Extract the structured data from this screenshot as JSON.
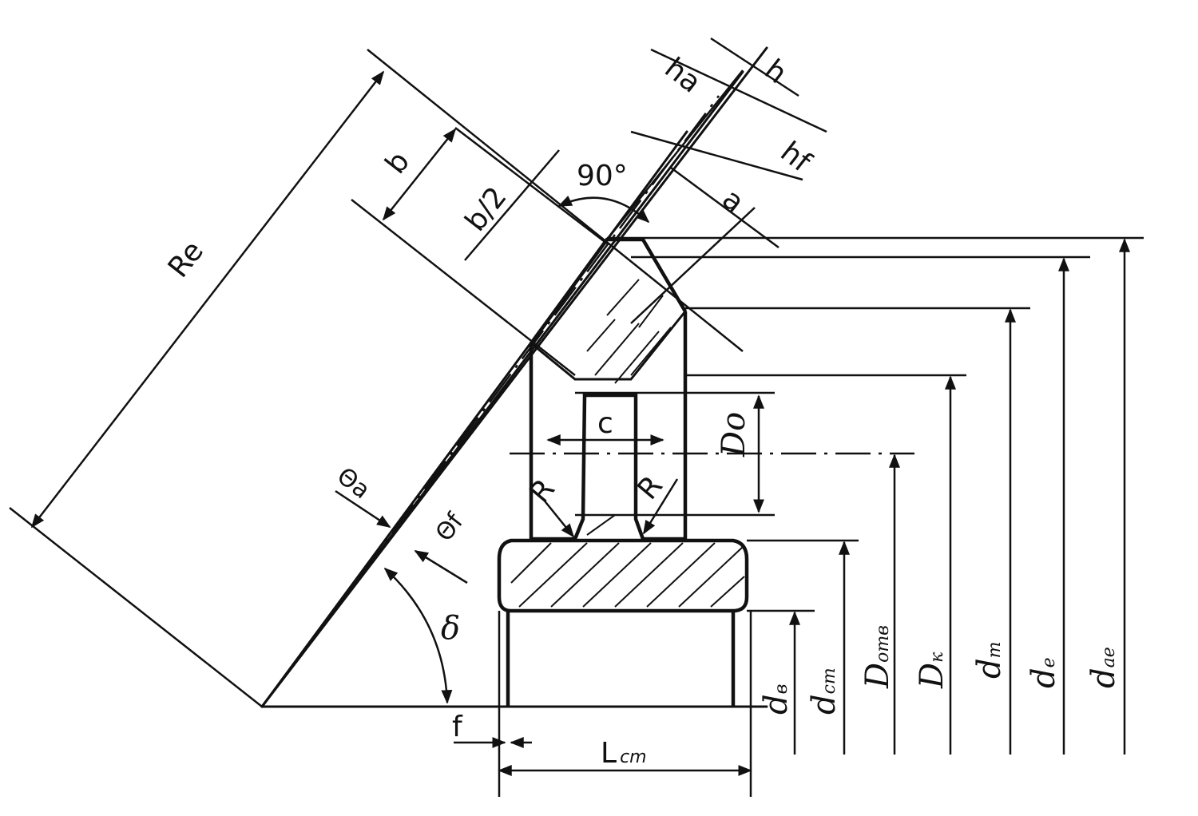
{
  "labels": {
    "Re": "Re",
    "b": "b",
    "b_half": "b/2",
    "angle_90": "90°",
    "ha": "ha",
    "h": "h",
    "hf": "hf",
    "a": "a",
    "c": "c",
    "Do": "Do",
    "R_left": "R",
    "R_right": "R",
    "theta_a": "Θa",
    "theta_f": "Θf",
    "delta": "δ",
    "f": "f",
    "Lst_main": "L",
    "Lst_sub": "cm",
    "dv_main": "d",
    "dv_sub": "в",
    "dst_main": "d",
    "dst_sub": "cm",
    "Dotv_main": "D",
    "Dotv_sub": "отв",
    "Dk_main": "D",
    "Dk_sub": "к",
    "dm_main": "d",
    "dm_sub": "m",
    "de_main": "d",
    "de_sub": "e",
    "dae_main": "d",
    "dae_sub": "ae"
  }
}
